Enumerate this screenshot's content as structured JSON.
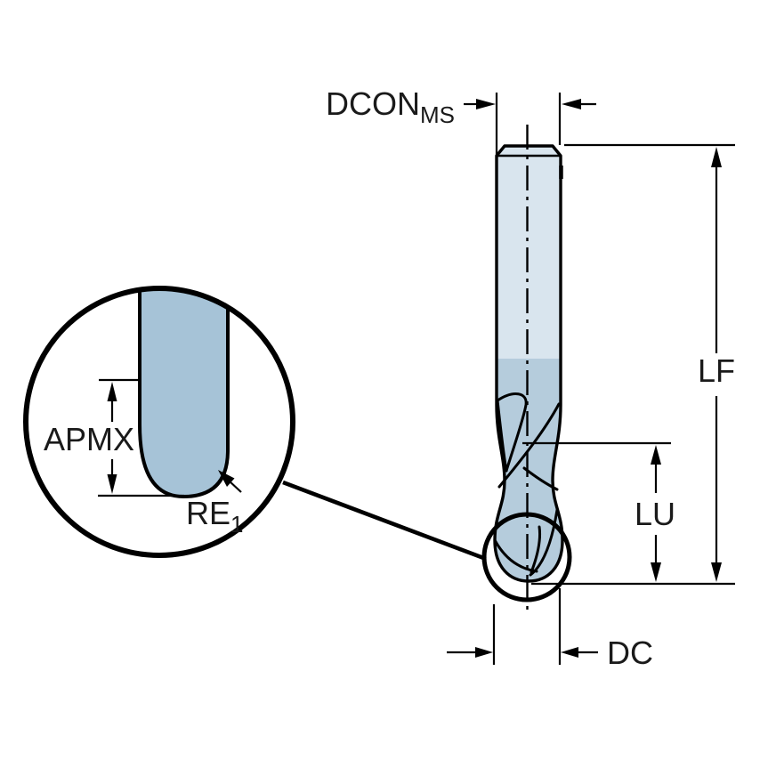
{
  "figure": {
    "kind": "tool-dimension-drawing",
    "subject": "ball nose end mill with magnified tip detail"
  },
  "labels": {
    "dcon": {
      "main": "DCON",
      "sub": "MS"
    },
    "lf": "LF",
    "lu": "LU",
    "dc": "DC",
    "apmx": "APMX",
    "re": {
      "main": "RE",
      "sub": "1"
    }
  },
  "colors": {
    "background": "#ffffff",
    "body_light": "#d9e5ee",
    "body_dark": "#b5ccdc",
    "lens_fill": "#a6c3d7",
    "line": "#000000",
    "text": "#1a1a1a"
  }
}
